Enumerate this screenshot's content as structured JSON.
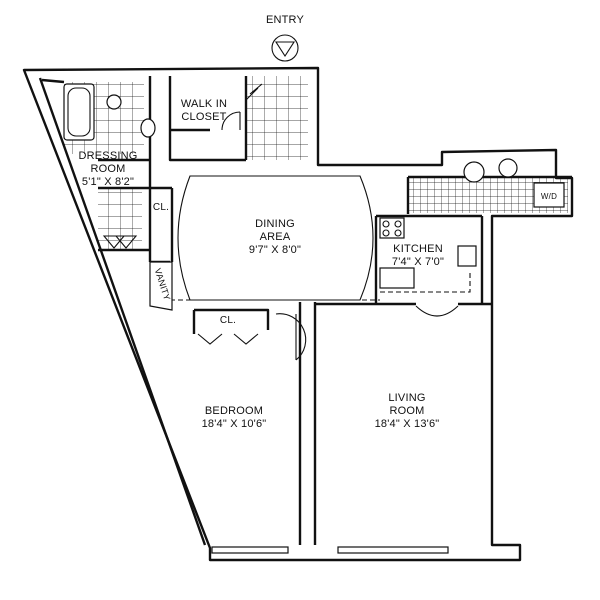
{
  "plan": {
    "entry_label": "ENTRY",
    "rooms": {
      "dressing_room": {
        "name_line1": "DRESSING",
        "name_line2": "ROOM",
        "dims": "5'1\" X 8'2\""
      },
      "walk_in_closet": {
        "name_line1": "WALK IN",
        "name_line2": "CLOSET"
      },
      "dining_area": {
        "name_line1": "DINING",
        "name_line2": "AREA",
        "dims": "9'7\" X 8'0\""
      },
      "kitchen": {
        "name": "KITCHEN",
        "dims": "7'4\" X 7'0\""
      },
      "bedroom": {
        "name": "BEDROOM",
        "dims": "18'4\" X 10'6\""
      },
      "living_room": {
        "name_line1": "LIVING",
        "name_line2": "ROOM",
        "dims": "18'4\" X 13'6\""
      },
      "closet_dressing": {
        "name": "CL."
      },
      "closet_bedroom": {
        "name": "CL."
      },
      "vanity": {
        "name": "VANITY"
      },
      "washer_dryer": {
        "name": "W/D"
      }
    }
  }
}
